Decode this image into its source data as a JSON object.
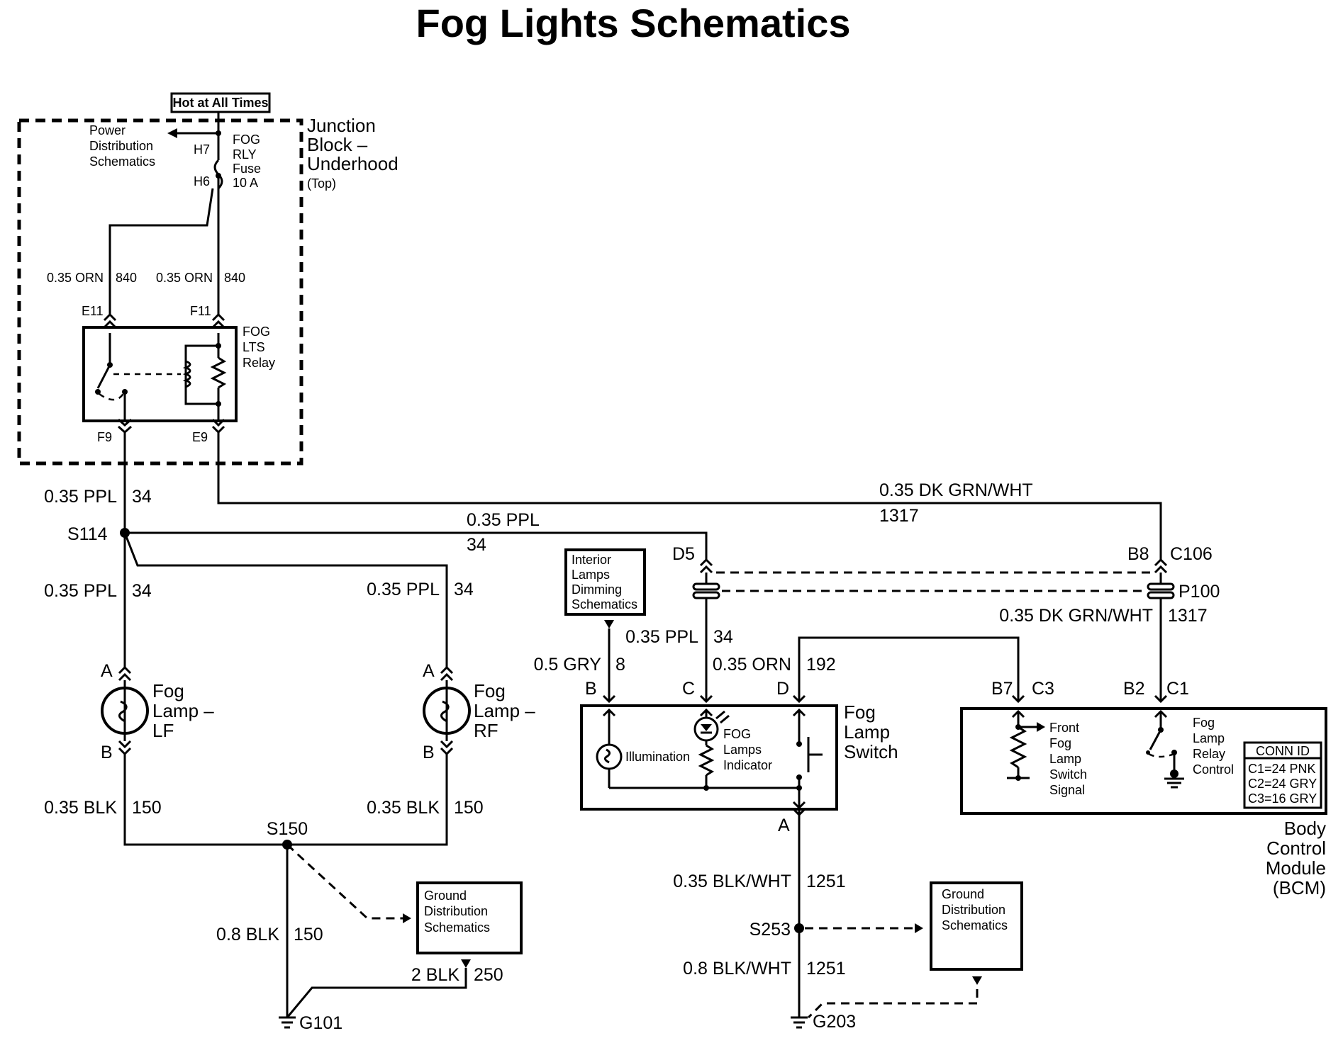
{
  "title": "Fog Lights Schematics",
  "hot_label": "Hot at All Times",
  "power_dist": [
    "Power",
    "Distribution",
    "Schematics"
  ],
  "junction_block": [
    "Junction",
    "Block –",
    "Underhood"
  ],
  "junction_top": "(Top)",
  "fuse": {
    "pin_in": "H7",
    "pin_out": "H6",
    "label": [
      "FOG",
      "RLY",
      "Fuse",
      "10 A"
    ]
  },
  "relay": {
    "label": [
      "FOG",
      "LTS",
      "Relay"
    ],
    "pins": {
      "e11": "E11",
      "f11": "F11",
      "f9": "F9",
      "e9": "E9"
    }
  },
  "wires": {
    "w840a_size": "0.35 ORN",
    "w840a_num": "840",
    "w840b_size": "0.35 ORN",
    "w840b_num": "840",
    "f9_size": "0.35 PPL",
    "f9_num": "34",
    "dkgrn_size": "0.35 DK GRN/WHT",
    "dkgrn_num": "1317",
    "s114_right_size": "0.35 PPL",
    "s114_right_num": "34",
    "lf_size": "0.35 PPL",
    "lf_num": "34",
    "rf_size": "0.35 PPL",
    "rf_num": "34",
    "switch_c_size": "0.35 PPL",
    "switch_c_num": "34",
    "gry_size": "0.5 GRY",
    "gry_num": "8",
    "orn192_size": "0.35 ORN",
    "orn192_num": "192",
    "bcm_dkgrn_size": "0.35 DK GRN/WHT",
    "bcm_dkgrn_num": "1317",
    "lf_blk_size": "0.35 BLK",
    "lf_blk_num": "150",
    "rf_blk_size": "0.35 BLK",
    "rf_blk_num": "150",
    "g101_size": "0.8 BLK",
    "g101_num": "150",
    "blk250_size": "2 BLK",
    "blk250_num": "250",
    "sw_gnd_size": "0.35 BLK/WHT",
    "sw_gnd_num": "1251",
    "g203_size": "0.8 BLK/WHT",
    "g203_num": "1251"
  },
  "splices": {
    "s114": "S114",
    "s150": "S150",
    "s253": "S253"
  },
  "grounds": {
    "g101": "G101",
    "g203": "G203"
  },
  "connectors": {
    "d5": "D5",
    "b8": "B8",
    "c106": "C106",
    "p100": "P100"
  },
  "interior_lamps": [
    "Interior",
    "Lamps",
    "Dimming",
    "Schematics"
  ],
  "ground_dist": [
    "Ground",
    "Distribution",
    "Schematics"
  ],
  "fog_lamp_lf": {
    "label": [
      "Fog",
      "Lamp –",
      "LF"
    ],
    "pin_a": "A",
    "pin_b": "B"
  },
  "fog_lamp_rf": {
    "label": [
      "Fog",
      "Lamp –",
      "RF"
    ],
    "pin_a": "A",
    "pin_b": "B"
  },
  "fog_switch": {
    "label": [
      "Fog",
      "Lamp",
      "Switch"
    ],
    "pin_b": "B",
    "pin_c": "C",
    "pin_d": "D",
    "pin_a": "A",
    "illumination": "Illumination",
    "indicator": [
      "FOG",
      "Lamps",
      "Indicator"
    ]
  },
  "bcm": {
    "label": [
      "Body",
      "Control",
      "Module",
      "(BCM)"
    ],
    "pin_b7": "B7",
    "pin_c3": "C3",
    "pin_b2": "B2",
    "pin_c1": "C1",
    "front_signal": [
      "Front",
      "Fog",
      "Lamp",
      "Switch",
      "Signal"
    ],
    "relay_control": [
      "Fog",
      "Lamp",
      "Relay",
      "Control"
    ],
    "conn_id_title": "CONN ID",
    "conn_ids": [
      "C1=24 PNK",
      "C2=24 GRY",
      "C3=16 GRY"
    ]
  }
}
